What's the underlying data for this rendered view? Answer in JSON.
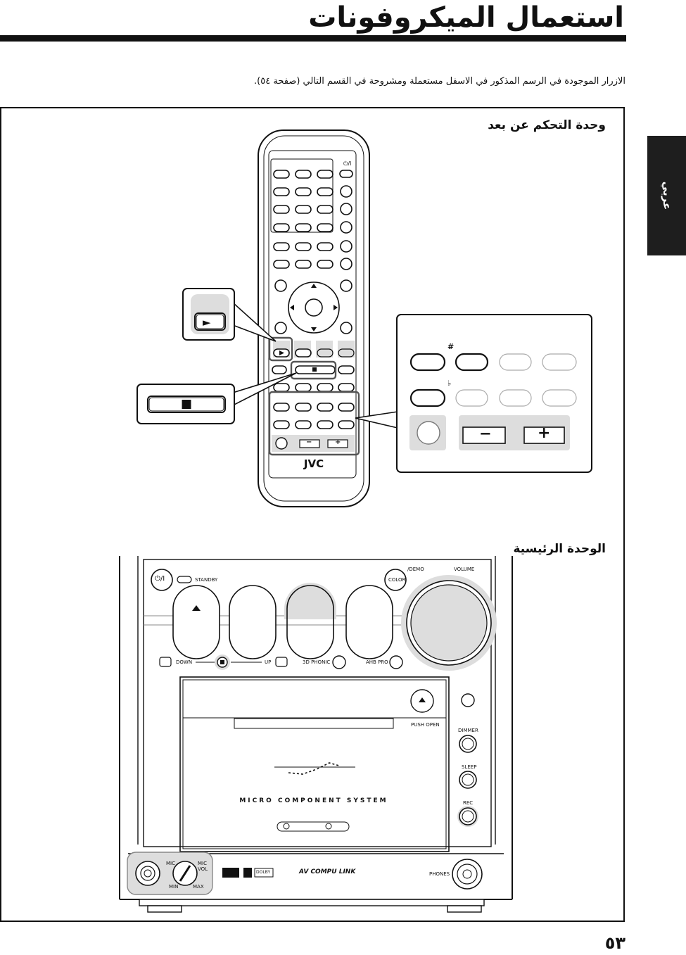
{
  "page": {
    "title": "استعمال الميكروفونات",
    "intro": "الازرار الموجودة في الرسم المذكور في الاسفل مستعملة ومشروحة في القسم التالي (صفحة ٥٤).",
    "language_tab": "عربي",
    "page_number": "٥٣"
  },
  "remote": {
    "section_label": "وحدة التحكم عن بعد",
    "brand": "JVC",
    "callout_play_symbol": "►",
    "callout_stop_symbol": "■",
    "sharp_symbol": "#",
    "flat_symbol": "♭",
    "minus_symbol": "−",
    "plus_symbol": "+",
    "power_symbol": "⏻/I"
  },
  "main_unit": {
    "section_label": "الوحدة الرئيسية",
    "power_symbol": "⏻/I",
    "standby": "STANDBY",
    "demo": "/DEMO",
    "color": "COLOR",
    "volume": "VOLUME",
    "down": "DOWN",
    "up": "UP",
    "phonic_3d": "3D PHONIC",
    "ahb_pro": "AHB PRO",
    "push_open": "PUSH OPEN",
    "dimmer": "DIMMER",
    "sleep": "SLEEP",
    "rec": "REC",
    "micro_component_system": "MICRO COMPONENT SYSTEM",
    "mic": "MIC",
    "mic_vol": "MIC VOL",
    "min": "MIN",
    "max": "MAX",
    "phones": "PHONES",
    "av_compu_link": "AV COMPU LINK",
    "dolby": "DOLBY"
  }
}
